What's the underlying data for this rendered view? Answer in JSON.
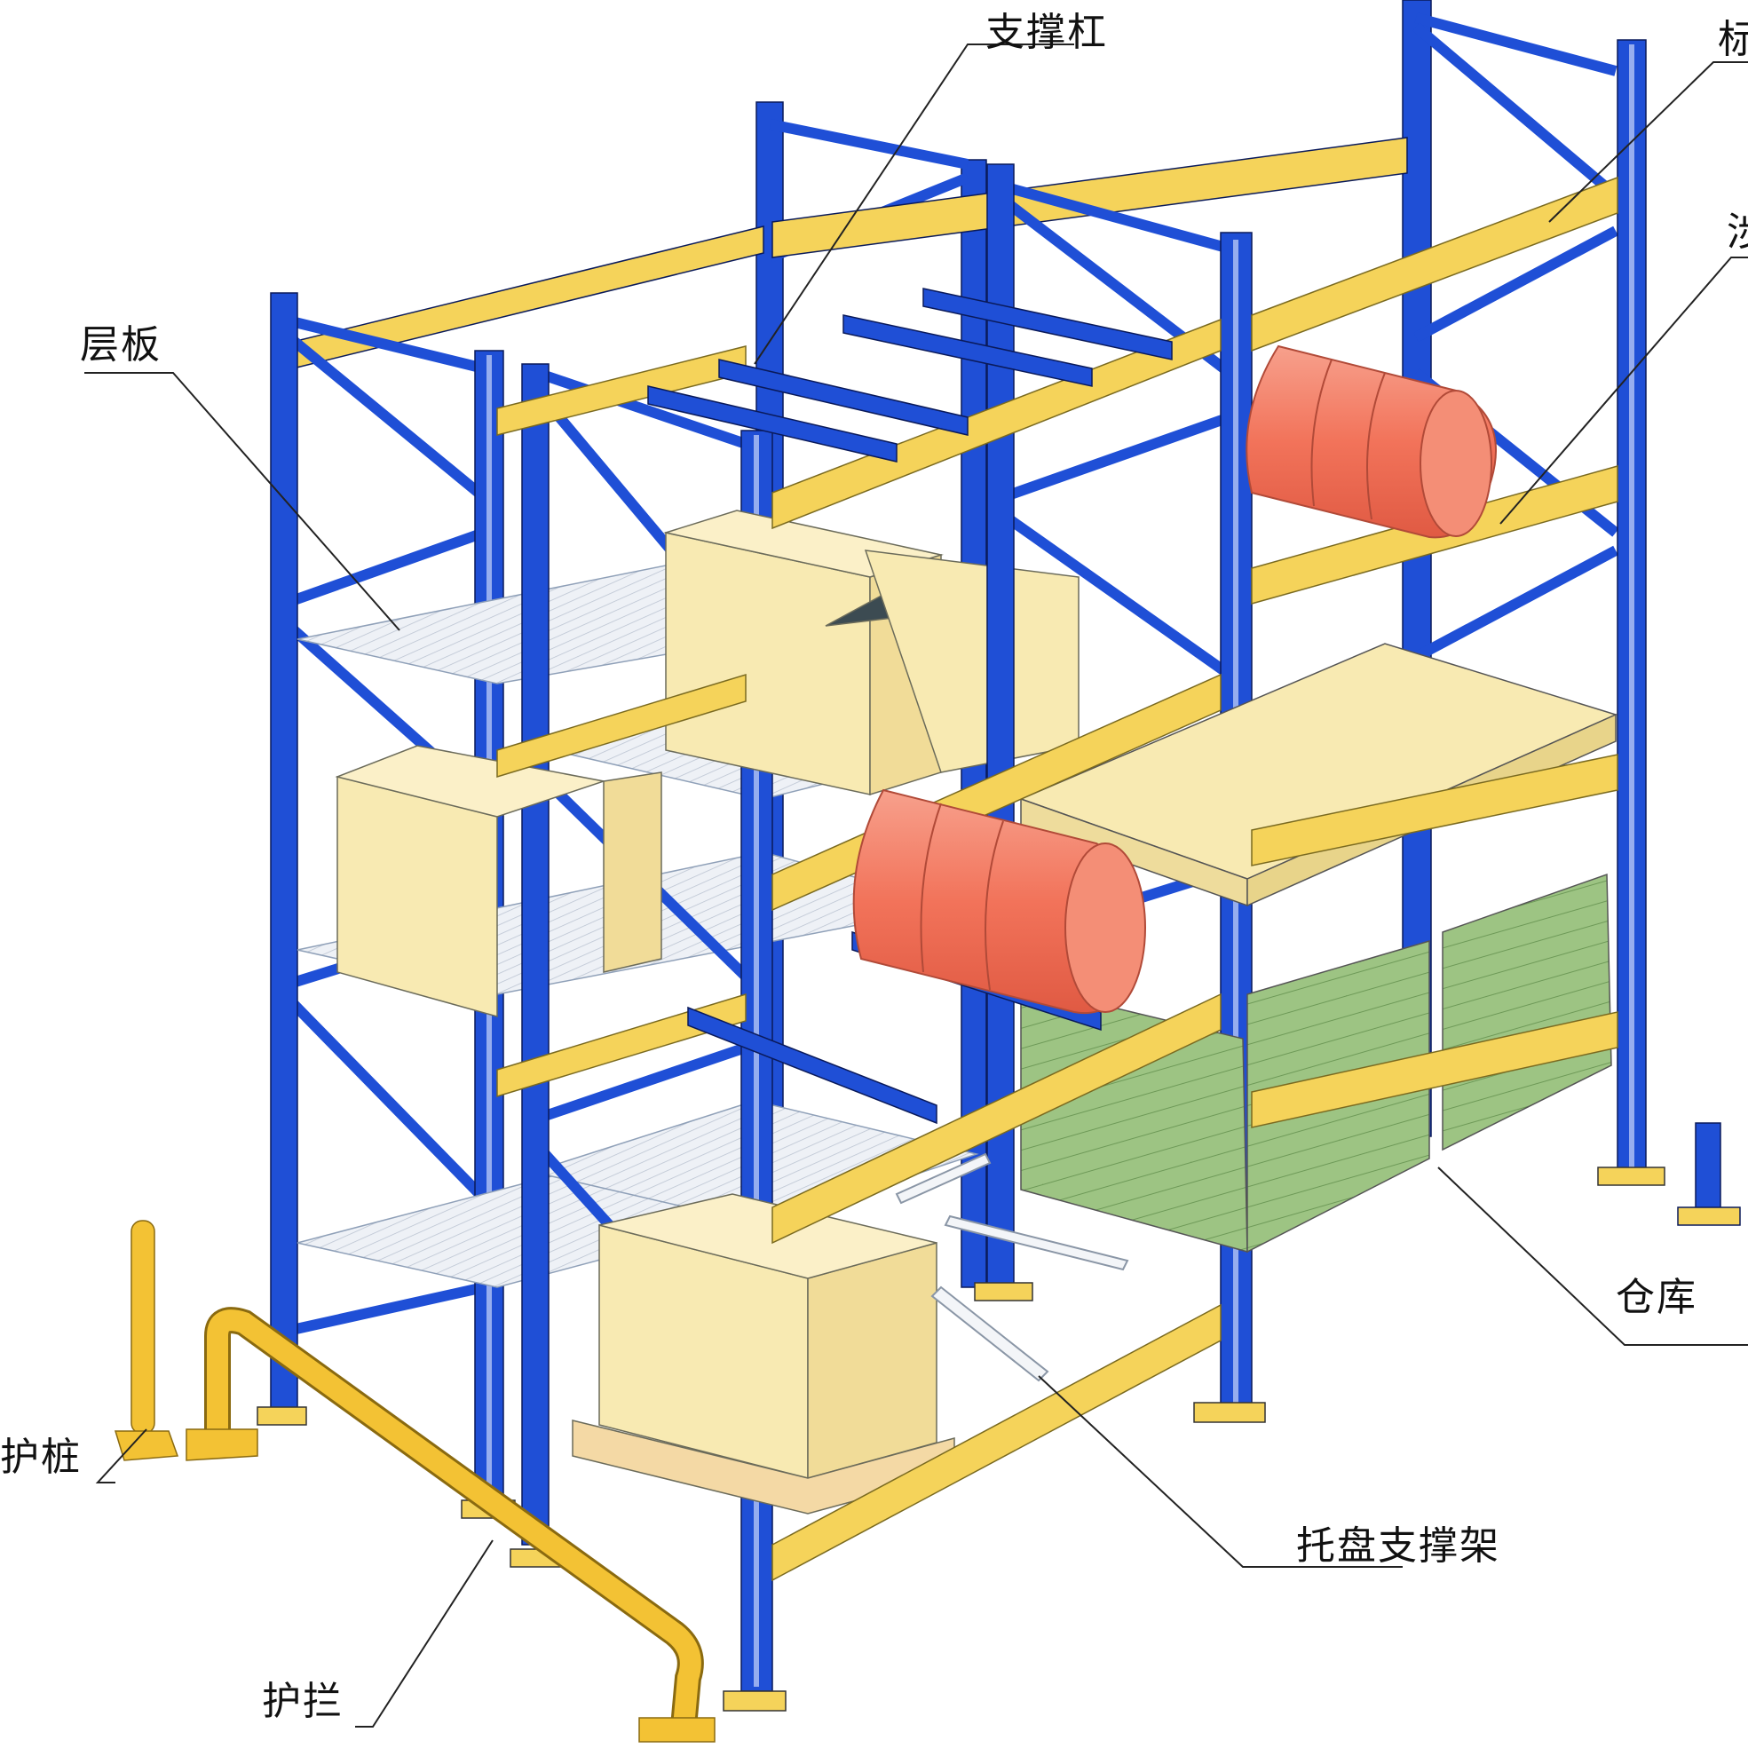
{
  "labels": {
    "support_bar": "支撑杠",
    "shelf_panel": "层板",
    "tag_partial": "标",
    "partial_right": "涉",
    "warehouse_partial": "仓库",
    "pallet_support": "托盘支撑架",
    "guard_post": "护桩",
    "guard_rail": "护拦"
  },
  "colors": {
    "upright_blue": "#1f4fd6",
    "beam_yellow": "#f5d35a",
    "drum_red": "#f2735a",
    "crate_green": "#9dc483",
    "box_cream": "#f8eab2",
    "mesh_gray": "#e8ecf2",
    "guard_yellow": "#f3c234"
  }
}
